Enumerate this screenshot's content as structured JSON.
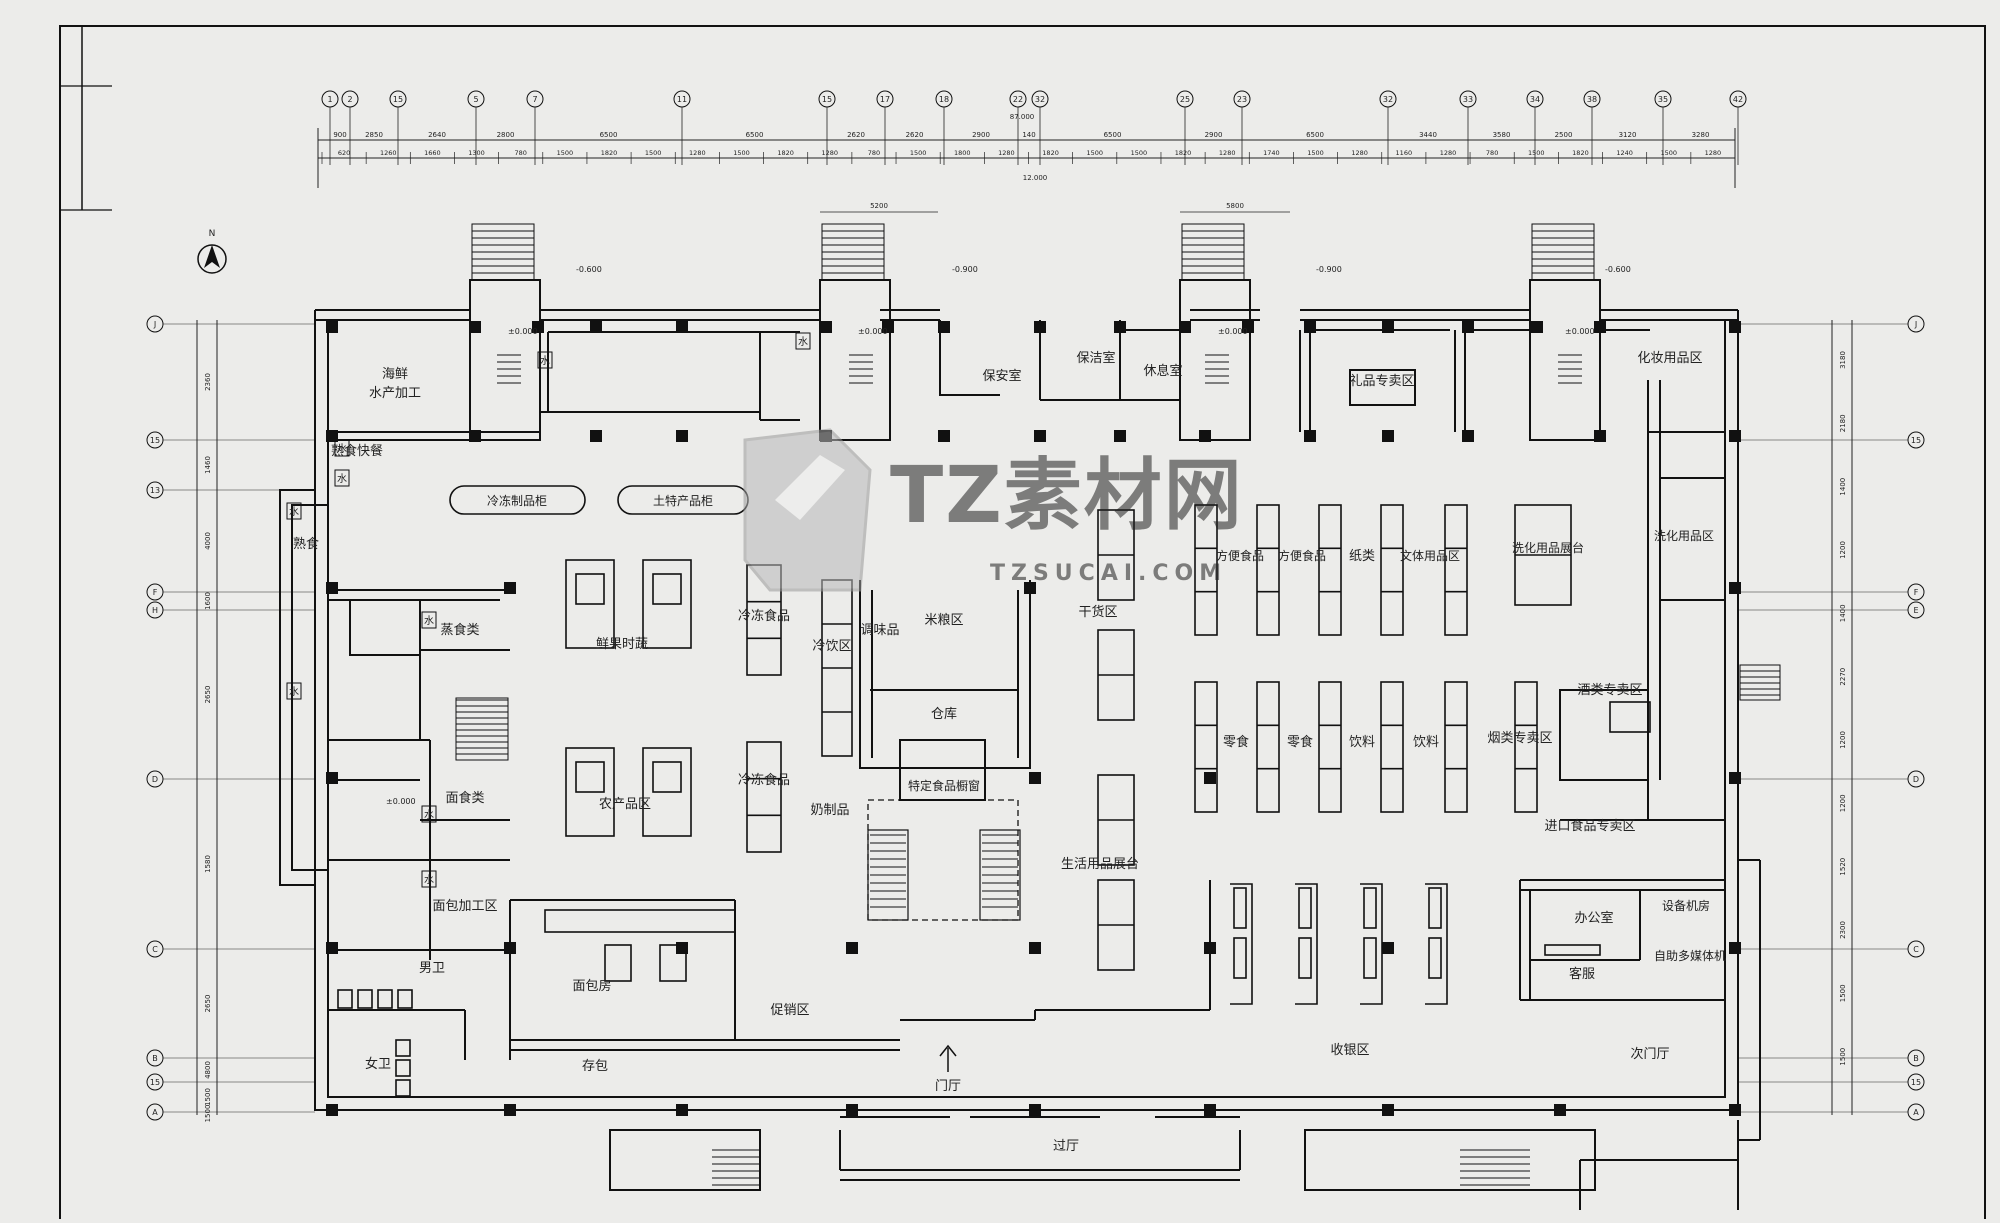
{
  "grid": {
    "top_axes": [
      "1",
      "2",
      "15",
      "5",
      "7",
      "11",
      "15",
      "17",
      "18",
      "22",
      "32",
      "25",
      "23",
      "32",
      "33",
      "34",
      "38",
      "35",
      "42"
    ],
    "left_axes": [
      "J",
      "15",
      "13",
      "F",
      "H",
      "D",
      "C",
      "B",
      "15",
      "A"
    ],
    "right_axes": [
      "J",
      "15",
      "F",
      "E",
      "D",
      "C",
      "B",
      "15",
      "A"
    ]
  },
  "dimensions": {
    "top_row1": [
      "900",
      "2850",
      "2640",
      "2800",
      "6500",
      "6500",
      "2620",
      "2620",
      "2900",
      "140",
      "6500",
      "2900",
      "6500",
      "3440",
      "3580",
      "2500",
      "3120",
      "3280"
    ],
    "top_row2": [
      "620",
      "1260",
      "1660",
      "1300",
      "780",
      "1500",
      "1820",
      "1500",
      "1280",
      "1500",
      "1820",
      "1280",
      "780",
      "1500",
      "1800",
      "1280",
      "1820",
      "1500",
      "1500",
      "1820",
      "1280",
      "1740",
      "1500",
      "1280",
      "1160",
      "1280",
      "780",
      "1500",
      "1820",
      "1240",
      "1500",
      "1280"
    ],
    "span_labels": [
      "5200",
      "5800"
    ],
    "left_col": [
      "2360",
      "1460",
      "4000",
      "1600",
      "2650",
      "1580",
      "2650",
      "4800",
      "1500",
      "1500"
    ],
    "right_col": [
      "3180",
      "2180",
      "1400",
      "1200",
      "1400",
      "2270",
      "1200",
      "1200",
      "1520",
      "2300",
      "1500",
      "1500"
    ]
  },
  "rooms": {
    "seafood": [
      "海鲜",
      "水产加工"
    ],
    "cooked": "熟食快餐",
    "deli": "熟食",
    "steamed": "蒸食类",
    "pasta": "面食类",
    "bread_diy": "面包加工区",
    "male_wc": "男卫",
    "female_wc": "女卫",
    "bakery": "面包房",
    "wrap": "存包",
    "promo": "促销区",
    "entrance": "门厅",
    "corridor": "过厅",
    "checkout": "收银区",
    "side_hall": "次门厅",
    "security": "保安室",
    "cleaning": "保洁室",
    "rest": "休息室",
    "gift": "礼品专卖区",
    "cosmetics": "化妆用品区",
    "frozen_display": "冷冻制品柜",
    "local_produce": "土特产品柜",
    "fresh_fruit": "鲜果时蔬",
    "agri": "农产品区",
    "frozen_food1": "冷冻食品",
    "frozen_food2": "冷冻食品",
    "drinks_area": "冷饮区",
    "condiments": "调味品",
    "rice": "米粮区",
    "dairy": "奶制品",
    "warehouse": "仓库",
    "dry_goods": "干货区",
    "fixed_cabinet": "特定食品橱窗",
    "daily_display": "生活用品展台",
    "instant1": "方便食品",
    "instant2": "方便食品",
    "paper": "纸类",
    "stationery": "文体用品区",
    "washing": "洗化用品展台",
    "wash_zone": "洗化用品区",
    "snacks1": "零食",
    "snacks2": "零食",
    "beverage1": "饮料",
    "beverage2": "饮料",
    "tobacco": "烟类专卖区",
    "liquor": "酒类专卖区",
    "imported": "进口食品专卖区",
    "office": "办公室",
    "equipment": "设备机房",
    "service": "客服",
    "multimedia": "自助多媒体机",
    "water": "水"
  },
  "levels": {
    "main": "±0.000",
    "low": "-0.900",
    "stair_low": "-0.600",
    "top_mid": "87.000",
    "top_mid2": "12.000"
  },
  "watermark": {
    "brand": "TZ素材网",
    "url": "TZSUCAI.COM"
  },
  "north": "N"
}
